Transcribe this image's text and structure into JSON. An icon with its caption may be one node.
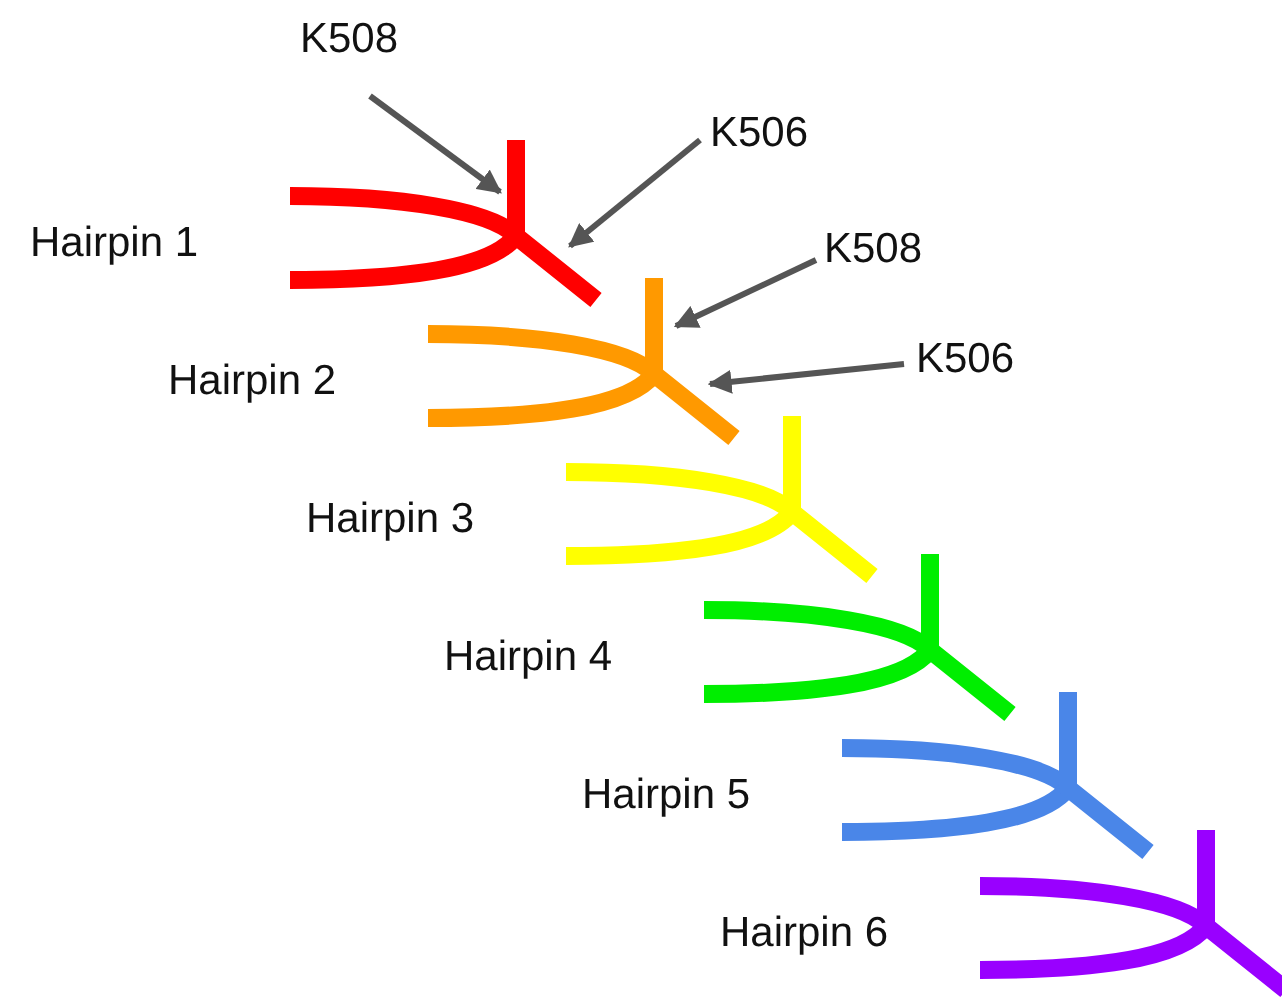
{
  "diagram": {
    "nodes": [
      {
        "text": [
          "Hairpin 1"
        ]
      },
      {
        "text": [
          "Hairpin 2"
        ]
      },
      {
        "text": [
          "Hairpin 3"
        ]
      },
      {
        "text": [
          "Hairpin 4"
        ]
      },
      {
        "text": [
          "Hairpin 5"
        ]
      },
      {
        "text": [
          "Hairpin 6"
        ]
      },
      {
        "text": [
          "K508"
        ]
      },
      {
        "text": [
          "K506"
        ]
      },
      {
        "text": [
          "K508"
        ]
      },
      {
        "text": [
          "K506"
        ]
      }
    ],
    "edges": [
      {
        "from": 6,
        "to": 0,
        "arrow": "to"
      },
      {
        "from": 7,
        "to": 0,
        "arrow": "to"
      },
      {
        "from": 8,
        "to": 1,
        "arrow": "to"
      },
      {
        "from": 9,
        "to": 1,
        "arrow": "to"
      }
    ]
  }
}
